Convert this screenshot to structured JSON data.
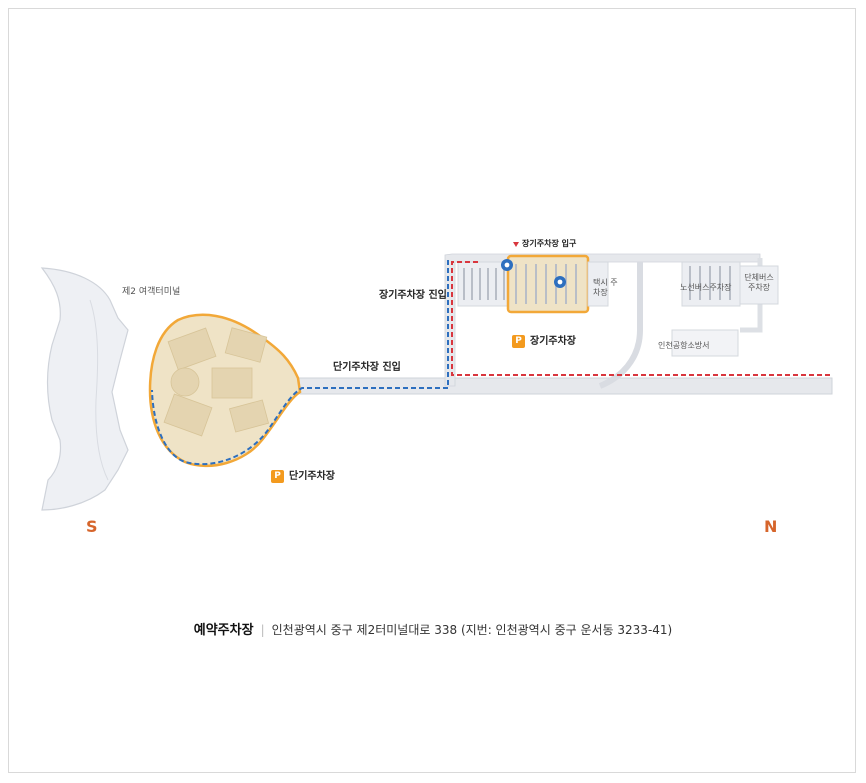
{
  "labels": {
    "terminal2": "제2 여객터미널",
    "long_term_entry": "장기주차장 진입",
    "long_term_gate": "장기주차장 입구",
    "long_term_lot": "장기주차장",
    "short_term_entry": "단기주차장 진입",
    "short_term_lot": "단기주차장",
    "taxi_lot": "택시 주차장",
    "route_bus_lot": "노선버스주차장",
    "group_bus_lot": "단체버스 주차장",
    "fire_station": "인천공항소방서",
    "parking_badge": "P"
  },
  "compass": {
    "south": "S",
    "north": "N"
  },
  "footer": {
    "name": "예약주차장",
    "address": "인천광역시 중구 제2터미널대로 338 (지번: 인천광역시 중구 운서동 3233-41)"
  },
  "colors": {
    "road": "#e6e8ec",
    "road_edge": "#cfd3da",
    "lot_fill": "#efe3c6",
    "lot_edge": "#f2a838",
    "route_red": "#d9363e",
    "route_blue": "#2d6fbf",
    "accent": "#f39a1e",
    "compass": "#d6652b"
  }
}
